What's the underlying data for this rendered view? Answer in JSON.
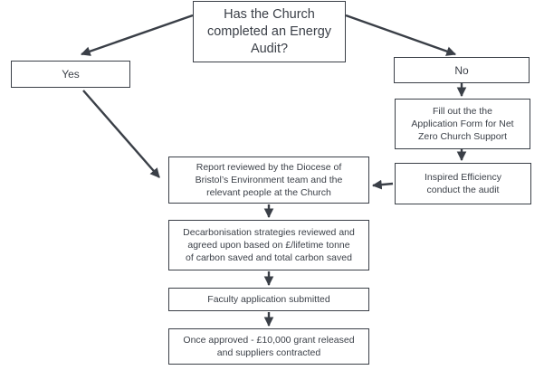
{
  "diagram": {
    "question": "Has the Church\ncompleted an Energy\nAudit?",
    "yes": "Yes",
    "no": "No",
    "application_form": "Fill out the the\nApplication Form for Net\nZero Church Support",
    "audit": "Inspired Efficiency\nconduct the audit",
    "report": "Report reviewed by the Diocese of\nBristol’s Environment team and the\nrelevant people at the Church",
    "decarbonisation": "Decarbonisation strategies reviewed and\nagreed upon based on £/lifetime tonne\nof carbon saved and total carbon saved",
    "faculty": "Faculty application submitted",
    "grant": "Once approved - £10,000 grant released\nand suppliers contracted"
  },
  "colors": {
    "line": "#3a3f47",
    "text": "#3a3f47",
    "background": "#ffffff"
  }
}
